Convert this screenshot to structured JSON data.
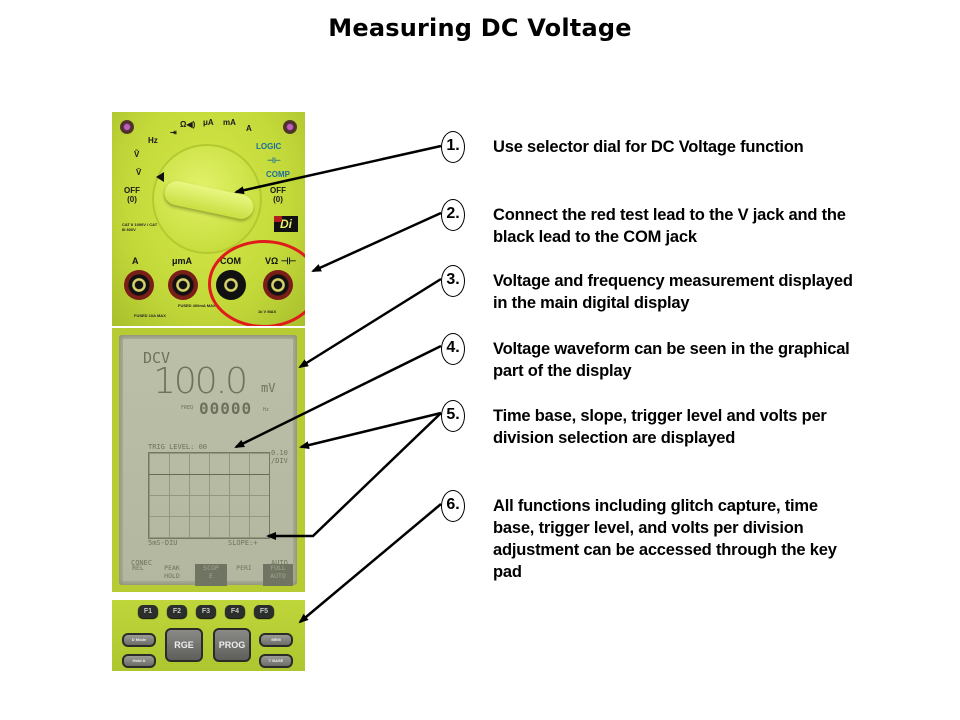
{
  "slide": {
    "title": "Measuring DC Voltage"
  },
  "meter": {
    "dial_labels": {
      "hz": "Hz",
      "diode": "⇥",
      "ohm_sound": "Ω◀)",
      "ua": "μA",
      "ma": "mA",
      "a": "A",
      "v_ac": "Ṽ",
      "v_dc": "V̄",
      "off_left": "OFF\n(0)",
      "off_right": "OFF\n(0)",
      "logic": "LOGIC",
      "cap": "⊣⊢",
      "comp": "COMP",
      "cat_rating": "CAT II 1000V / CAT III 600V",
      "brand": "Di"
    },
    "jacks": [
      {
        "label": "A",
        "note": "FUSED 10A MAX"
      },
      {
        "label": "μmA",
        "note": "FUSED 400mA MAX"
      },
      {
        "label": "COM",
        "note": ""
      },
      {
        "label": "VΩ ⊣⊢",
        "note": "1k V MAX"
      }
    ],
    "highlight_color": "#e01b1b"
  },
  "lcd": {
    "mode": "DCV",
    "reading": "100.0",
    "reading_unit": "mV",
    "freq_label": "FREQ",
    "freq_value": "00000",
    "freq_unit": "Hz",
    "trig_level": "TRIG LEVEL: 00",
    "volts_per_div": "0.10\n/DIV",
    "time_base": "5mS-DIU",
    "slope": "SLOPE:+",
    "coupling": "CONEC",
    "range_mode": "AUTO",
    "softkeys": [
      {
        "label": "REL",
        "inverted": false
      },
      {
        "label": "PEAK\nHOLD",
        "inverted": false
      },
      {
        "label": "SCOP\nE",
        "inverted": true
      },
      {
        "label": "PERI",
        "inverted": false
      },
      {
        "label": "FULL\nAUTO",
        "inverted": true
      }
    ]
  },
  "keypad": {
    "function_keys": [
      "F1",
      "F2",
      "F3",
      "F4",
      "F5"
    ],
    "left_keys": [
      "D Mode",
      "Hold A"
    ],
    "big_keys": [
      "RGE",
      "PROG"
    ],
    "right_keys": [
      "MEM",
      "T BASE"
    ]
  },
  "steps": [
    {
      "number": "1.",
      "text": "Use selector dial for DC Voltage function"
    },
    {
      "number": "2.",
      "text": "Connect the red test lead to the V jack and the black lead to the COM jack"
    },
    {
      "number": "3.",
      "text": "Voltage and frequency measurement displayed in the main digital display"
    },
    {
      "number": "4.",
      "text": "Voltage waveform can be seen in the graphical part of the display"
    },
    {
      "number": "5.",
      "text": "Time base, slope, trigger level and volts per division selection are displayed"
    },
    {
      "number": "6.",
      "text": "All functions including glitch capture, time base, trigger level, and volts per division adjustment can be accessed through the key pad"
    }
  ]
}
